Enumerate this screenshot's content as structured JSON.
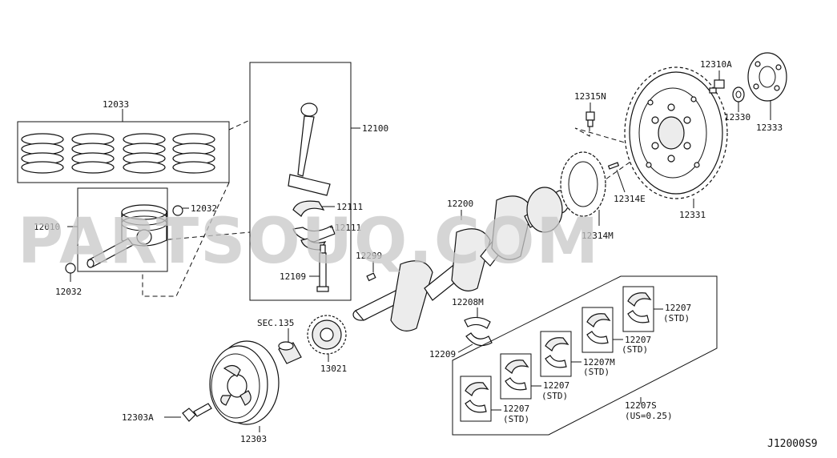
{
  "watermark": "PARTSOUQ.COM",
  "diagram_code": "J12000S9",
  "labels": {
    "piston_rings": "12033",
    "piston": "12010",
    "snap_ring_right": "12032",
    "snap_ring_left": "12032",
    "connecting_rod": "12100",
    "rod_bearing_upper": "12111",
    "rod_bearing_lower": "12111",
    "rod_bolt": "12109",
    "crankshaft": "12200",
    "key": "12299",
    "thrust_washer_m": "12208M",
    "thrust_washer": "12209",
    "section_ref": "SEC.135",
    "sprocket": "13021",
    "pulley_bolt": "12303A",
    "pulley": "12303",
    "flywheel_bolt": "12315N",
    "plate": "12314M",
    "pin": "12314E",
    "flywheel": "12331",
    "flywheel_bolt_a": "12310A",
    "washer": "12330",
    "reinforcement": "12333",
    "bearing_std_1": "12207",
    "bearing_std_1_note": "(STD)",
    "bearing_std_2": "12207",
    "bearing_std_2_note": "(STD)",
    "bearing_m": "12207M",
    "bearing_m_note": "(STD)",
    "bearing_std_3": "12207",
    "bearing_std_3_note": "(STD)",
    "bearing_std_4": "12207",
    "bearing_std_4_note": "(STD)",
    "bearing_set": "12207S",
    "bearing_set_note": "(US=0.25)"
  }
}
